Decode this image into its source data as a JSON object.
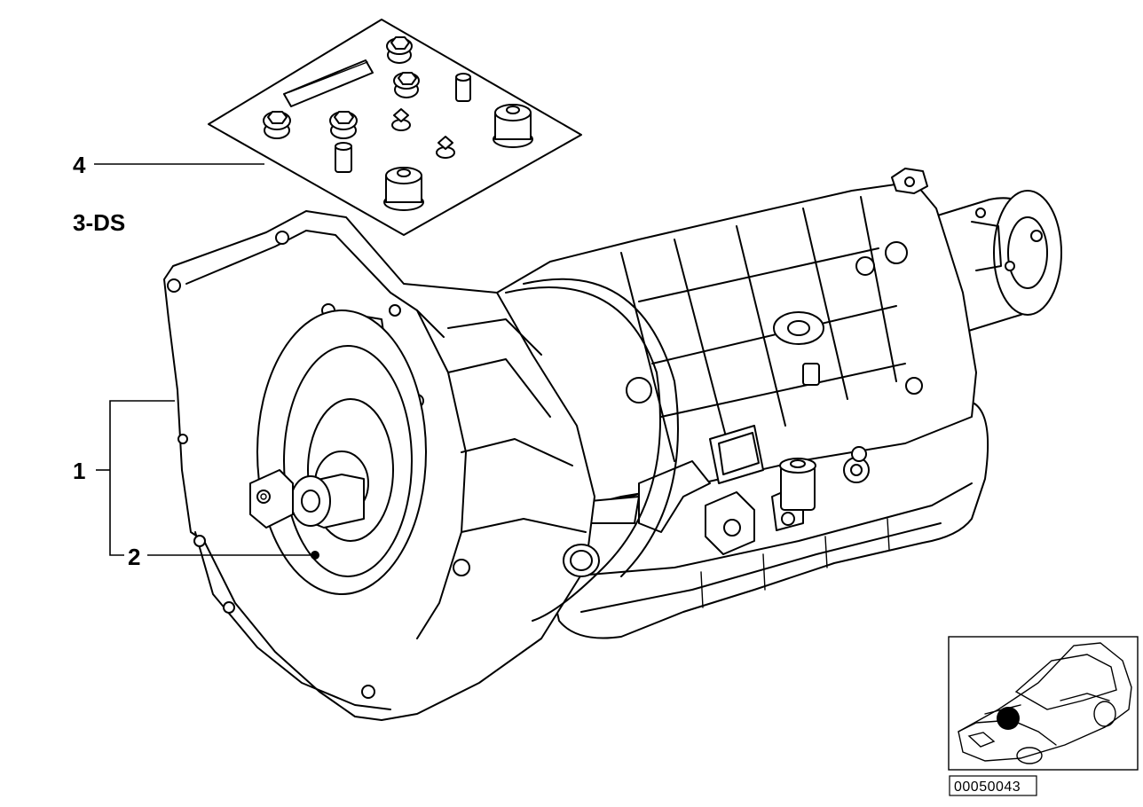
{
  "diagram": {
    "callouts": {
      "part_1": "1",
      "part_2": "2",
      "part_3": "3-DS",
      "part_4": "4"
    },
    "diagram_code": "00050043"
  }
}
